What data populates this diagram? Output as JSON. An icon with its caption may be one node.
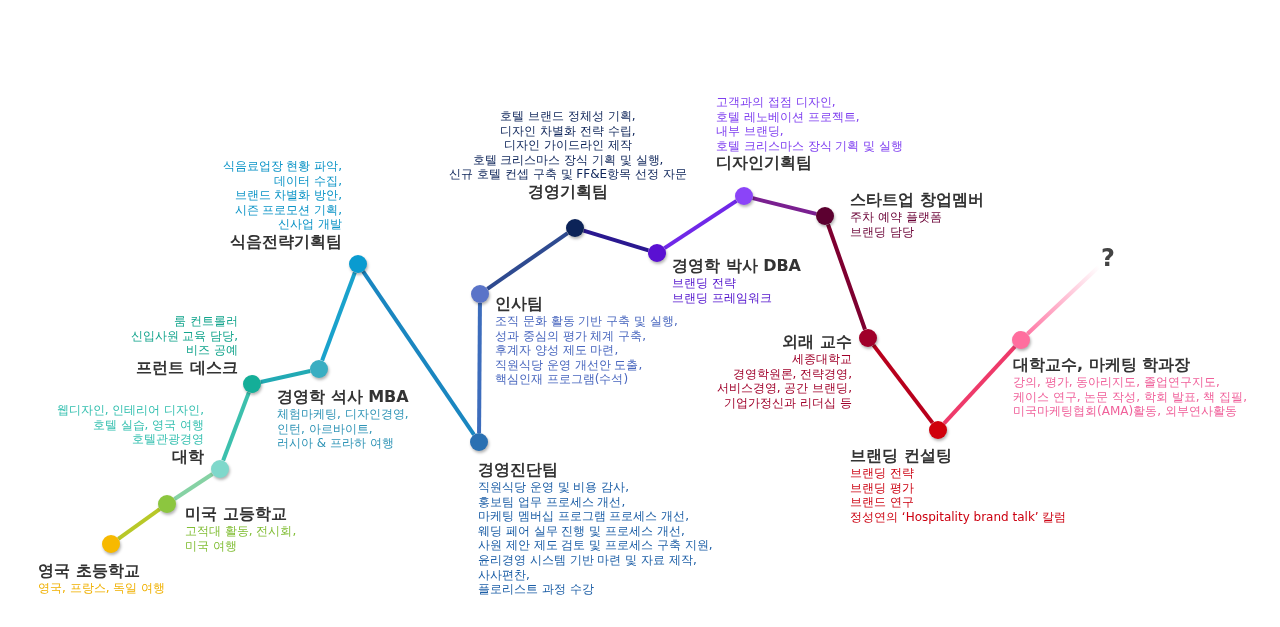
{
  "diagram": {
    "nodes": [
      {
        "text": [],
        "shape": "circle",
        "beside": [
          "영국 초등학교",
          "영국, 프랑스, 독일 여행"
        ]
      },
      {
        "text": [],
        "shape": "circle",
        "beside": [
          "미국 고등학교",
          "고적대 활동, 전시회,",
          "미국 여행"
        ]
      },
      {
        "text": [],
        "shape": "circle",
        "beside": [
          "대학",
          "웹디자인, 인테리어 디자인,",
          "호텔 실습, 영국 여행",
          "호텔관광경영"
        ]
      },
      {
        "text": [],
        "shape": "circle",
        "beside": [
          "프런트 데스크",
          "룸 컨트롤러",
          "신입사원 교육 담당,",
          "비즈 공예"
        ]
      },
      {
        "text": [],
        "shape": "circle",
        "beside": [
          "경영학 석사 MBA",
          "체험마케팅, 디자인경영,",
          "인턴, 아르바이트,",
          "러시아 & 프라하 여행"
        ]
      },
      {
        "text": [],
        "shape": "circle",
        "beside": [
          "식음전략기획팀",
          "식음료업장 현황 파악,",
          "데이터 수집,",
          "브랜드 차별화 방안,",
          "시즌 프로모션 기획,",
          "신사업 개발"
        ]
      },
      {
        "text": [],
        "shape": "circle",
        "beside": [
          "경영진단팀",
          "직원식당 운영 및 비용 감사,",
          "홍보팀 업무 프로세스 개선,",
          "마케팅 멤버십 프로그램 프로세스 개선,",
          "웨딩 페어 실무 진행 및 프로세스 개선,",
          "사원 제안 제도 검토 및 프로세스 구축 지원,",
          "윤리경영 시스템 기반 마련 및 자료 제작,",
          "사사편찬,",
          "플로리스트 과정 수강"
        ]
      },
      {
        "text": [],
        "shape": "circle",
        "beside": [
          "인사팀",
          "조직 문화 활동 기반 구축 및 실행,",
          "성과 중심의 평가 체계 구축,",
          "후계자 양성 제도 마련,",
          "직원식당 운영 개선안 도출,",
          "핵심인재 프로그램(수석)"
        ]
      },
      {
        "text": [],
        "shape": "circle",
        "beside": [
          "경영기획팀",
          "호텔 브랜드 정체성 기획,",
          "디자인 차별화 전략 수립,",
          "디자인 가이드라인 제작",
          "호텔 크리스마스 장식 기획 및 실행,",
          "신규 호텔 컨셉 구축 및 FF&E항목 선정 자문"
        ]
      },
      {
        "text": [],
        "shape": "circle",
        "beside": [
          "경영학 박사 DBA",
          "브랜딩 전략",
          "브랜딩 프레임워크"
        ]
      },
      {
        "text": [],
        "shape": "circle",
        "beside": [
          "디자인기획팀",
          "고객과의 접점 디자인,",
          "호텔 레노베이션 프로젝트,",
          "내부 브랜딩,",
          "호텔 크리스마스 장식 기획 및 실행"
        ]
      },
      {
        "text": [],
        "shape": "circle",
        "beside": [
          "스타트업 창업멤버",
          "주차 예약 플랫폼",
          "브랜딩 담당"
        ]
      },
      {
        "text": [],
        "shape": "circle",
        "beside": [
          "외래 교수",
          "세종대학교",
          "경영학원론, 전략경영,",
          "서비스경영, 공간 브랜딩,",
          "기업가정신과 리더십 등"
        ]
      },
      {
        "text": [],
        "shape": "circle",
        "beside": [
          "브랜딩 컨설팅",
          "브랜딩 전략",
          "브랜딩 평가",
          "브랜드 연구",
          "정성연의 ‘Hospitality brand talk’ 칼럼"
        ]
      },
      {
        "text": [],
        "shape": "circle",
        "beside": [
          "대학교수, 마케팅 학과장",
          "강의, 평가, 동아리지도, 졸업연구지도,",
          "케이스 연구, 논문 작성, 학회 발표, 책 집필,",
          "미국마케팅협회(AMA)활동, 외부연사활동"
        ]
      },
      {
        "text": [
          "?"
        ]
      }
    ],
    "edges": [
      {
        "from": 0,
        "to": 1,
        "arrow": "none",
        "color": "#b8c828"
      },
      {
        "from": 1,
        "to": 2,
        "arrow": "none",
        "color": "#86d2a4"
      },
      {
        "from": 2,
        "to": 3,
        "arrow": "none",
        "color": "#3cc0ad"
      },
      {
        "from": 3,
        "to": 4,
        "arrow": "none",
        "color": "#22aab4"
      },
      {
        "from": 4,
        "to": 5,
        "arrow": "none",
        "color": "#1aa2cc"
      },
      {
        "from": 5,
        "to": 6,
        "arrow": "none",
        "color": "#1a86c0"
      },
      {
        "from": 6,
        "to": 7,
        "arrow": "none",
        "color": "#3c6cbc"
      },
      {
        "from": 7,
        "to": 8,
        "arrow": "none",
        "color": "#2e4a90"
      },
      {
        "from": 8,
        "to": 9,
        "arrow": "none",
        "color": "#2a1890"
      },
      {
        "from": 9,
        "to": 10,
        "arrow": "none",
        "color": "#7028e8"
      },
      {
        "from": 10,
        "to": 11,
        "arrow": "none",
        "color": "#7a2090"
      },
      {
        "from": 11,
        "to": 12,
        "arrow": "none",
        "color": "#7e0030"
      },
      {
        "from": 12,
        "to": 13,
        "arrow": "none",
        "color": "#b8001c"
      },
      {
        "from": 13,
        "to": 14,
        "arrow": "none",
        "color": "#ee3a6a"
      },
      {
        "from": 14,
        "to": 15,
        "arrow": "none",
        "color": "#ff7aa6"
      }
    ]
  }
}
